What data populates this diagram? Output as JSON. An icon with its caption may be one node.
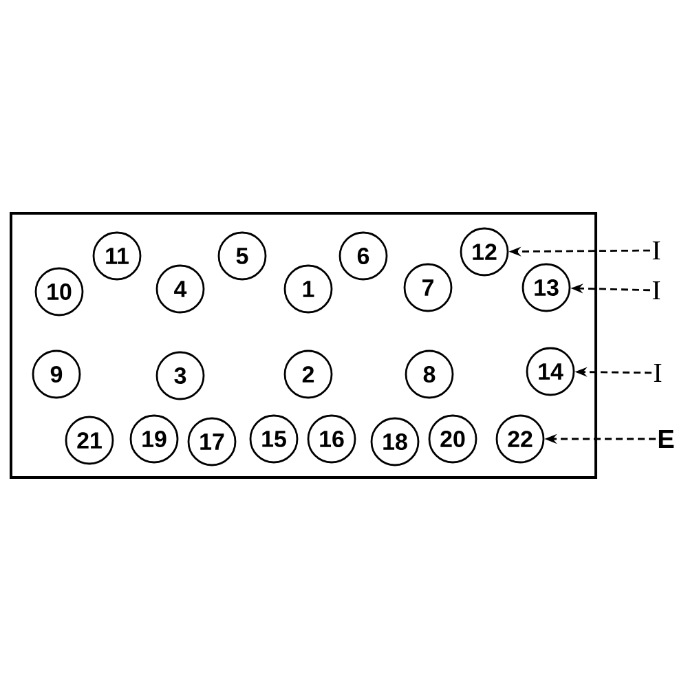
{
  "diagram": {
    "nodes": [
      {
        "text": [],
        "shape": "box"
      },
      {
        "text": [
          "10"
        ],
        "in": 0
      },
      {
        "text": [
          "11"
        ],
        "in": 0
      },
      {
        "text": [
          "4"
        ],
        "in": 0
      },
      {
        "text": [
          "5"
        ],
        "in": 0
      },
      {
        "text": [
          "1"
        ],
        "in": 0
      },
      {
        "text": [
          "6"
        ],
        "in": 0
      },
      {
        "text": [
          "7"
        ],
        "in": 0
      },
      {
        "text": [
          "12"
        ],
        "in": 0
      },
      {
        "text": [
          "13"
        ],
        "in": 0
      },
      {
        "text": [
          "9"
        ],
        "in": 0
      },
      {
        "text": [
          "3"
        ],
        "in": 0
      },
      {
        "text": [
          "2"
        ],
        "in": 0
      },
      {
        "text": [
          "8"
        ],
        "in": 0
      },
      {
        "text": [
          "14"
        ],
        "in": 0
      },
      {
        "text": [
          "21"
        ],
        "in": 0
      },
      {
        "text": [
          "19"
        ],
        "in": 0
      },
      {
        "text": [
          "17"
        ],
        "in": 0
      },
      {
        "text": [
          "15"
        ],
        "in": 0
      },
      {
        "text": [
          "16"
        ],
        "in": 0
      },
      {
        "text": [
          "18"
        ],
        "in": 0
      },
      {
        "text": [
          "20"
        ],
        "in": 0
      },
      {
        "text": [
          "22"
        ],
        "in": 0
      },
      {
        "text": [
          "I"
        ]
      },
      {
        "text": [
          "I"
        ]
      },
      {
        "text": [
          "I"
        ]
      },
      {
        "text": [
          "E"
        ]
      }
    ],
    "edges": [
      {
        "from": 23,
        "to": 8,
        "arrow": "to",
        "style": "dashed"
      },
      {
        "from": 24,
        "to": 9,
        "arrow": "to",
        "style": "dashed"
      },
      {
        "from": 25,
        "to": 14,
        "arrow": "to",
        "style": "dashed"
      },
      {
        "from": 26,
        "to": 22,
        "arrow": "to",
        "style": "dashed"
      }
    ]
  }
}
